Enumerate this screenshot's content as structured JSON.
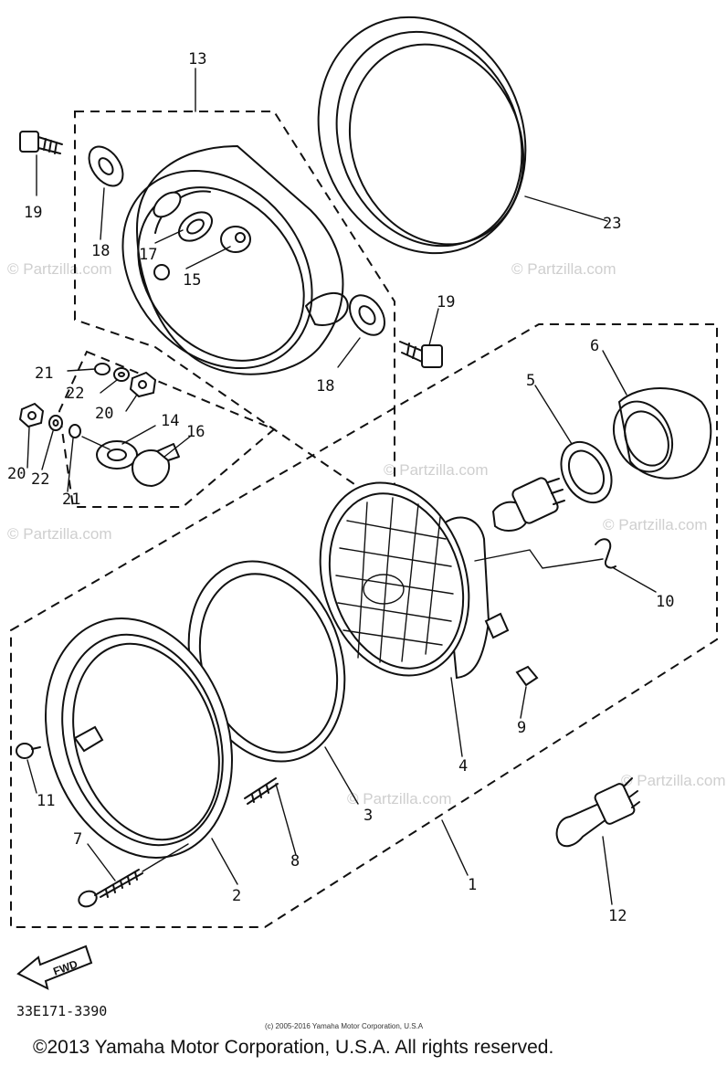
{
  "labels": {
    "l1": "1",
    "l2": "2",
    "l3": "3",
    "l4": "4",
    "l5": "5",
    "l6": "6",
    "l7": "7",
    "l8": "8",
    "l9": "9",
    "l10": "10",
    "l11": "11",
    "l12": "12",
    "l13": "13",
    "l14": "14",
    "l15": "15",
    "l16": "16",
    "l17": "17",
    "l18a": "18",
    "l18b": "18",
    "l19a": "19",
    "l19b": "19",
    "l20a": "20",
    "l20b": "20",
    "l21": "21",
    "l22a": "22",
    "l22b": "22",
    "l23": "23"
  },
  "watermark": "© Partzilla.com",
  "fwd_arrow": "FWD",
  "diagram_code": "33E171-3390",
  "small_copyright": "(c) 2005-2016 Yamaha Motor Corporation, U.S.A",
  "copyright": "©2013 Yamaha Motor Corporation, U.S.A. All rights reserved."
}
